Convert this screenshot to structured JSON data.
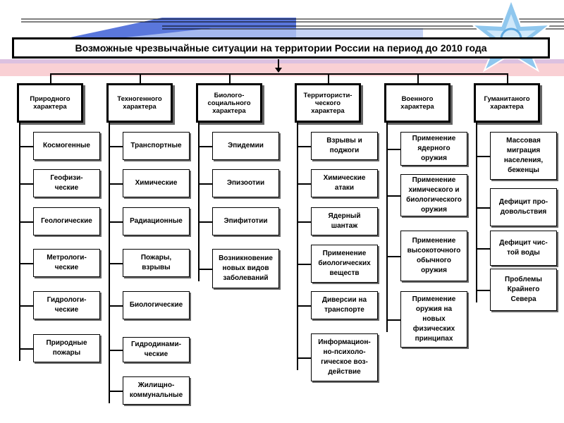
{
  "title": "Возможные чрезвычайные ситуации на территории России на период до 2010 года",
  "columns": [
    {
      "label": "Природного\nхарактера",
      "items": [
        "Космогенные",
        "Геофизи-\nческие",
        "Геологические",
        "Метрологи-\nческие",
        "Гидрологи-\nческие",
        "Природные\nпожары"
      ]
    },
    {
      "label": "Техногенного\nхарактера",
      "items": [
        "Транспортные",
        "Химические",
        "Радиационные",
        "Пожары,\nвзрывы",
        "Биологические",
        "Гидродинами-\nческие",
        "Жилищно-\nкоммунальные"
      ]
    },
    {
      "label": "Биолого-\nсоциального\nхарактера",
      "items": [
        "Эпидемии",
        "Эпизоотии",
        "Эпифитотии",
        "Возникновение\nновых видов\nзаболеваний"
      ]
    },
    {
      "label": "Территористи-\nческого\nхарактера",
      "items": [
        "Взрывы и\nподжоги",
        "Химические\nатаки",
        "Ядерный\nшантаж",
        "Применение\nбиологических\nвеществ",
        "Диверсии на\nтранспорте",
        "Информацион-\nно-психоло-\nгическое воз-\nдействие"
      ]
    },
    {
      "label": "Военного\nхарактера",
      "items": [
        "Применение\nядерного\nоружия",
        "Применение\nхимического и\nбиологического\nоружия",
        "Применение\nвысокоточного\nобычного\nоружия",
        "Применение\nоружия на\nновых\nфизических\nпринципах"
      ]
    },
    {
      "label": "Гуманитаного\nхарактера",
      "items": [
        "Массовая\nмиграция\nнаселения,\nбеженцы",
        "Дефицит про-\nдовольствия",
        "Дефицит чис-\nтой воды",
        "Проблемы\nКрайнего\nСевера"
      ]
    }
  ],
  "colors": {
    "stripe_blue": "#3d5fd6",
    "stripe_pink": "#f4a9b0",
    "star_blue": "#8fc7ee",
    "shadow": "#666666"
  },
  "icons": [
    "star-logo-icon"
  ]
}
